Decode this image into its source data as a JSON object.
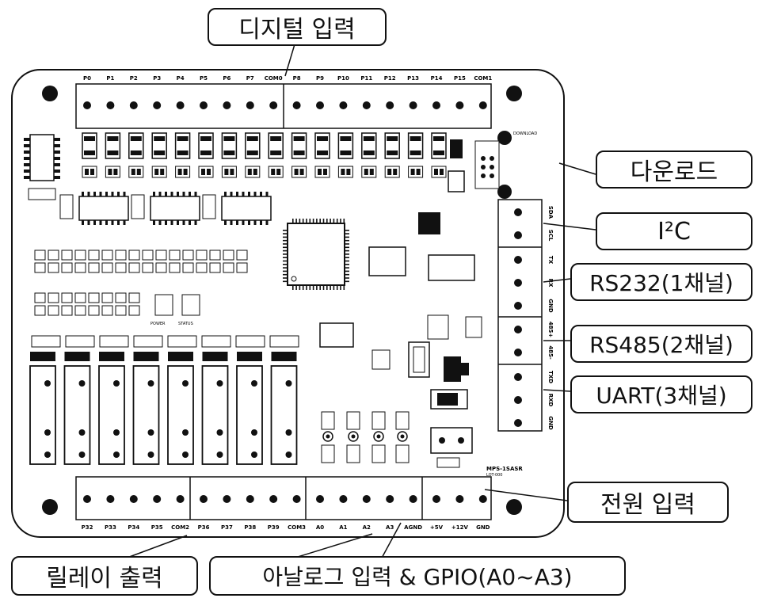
{
  "callouts": {
    "digital_input": "디지털 입력",
    "download": "다운로드",
    "i2c": "I²C",
    "rs232": "RS232(1채널)",
    "rs485": "RS485(2채널)",
    "uart": "UART(3채널)",
    "power_input": "전원 입력",
    "relay_output": "릴레이 출력",
    "analog_input": "아날로그 입력 & GPIO(A0~A3)"
  },
  "board": {
    "top_pins": [
      "P0",
      "P1",
      "P2",
      "P3",
      "P4",
      "P5",
      "P6",
      "P7",
      "COM0",
      "P8",
      "P9",
      "P10",
      "P11",
      "P12",
      "P13",
      "P14",
      "P15",
      "COM1"
    ],
    "bottom_pins": [
      "P32",
      "P33",
      "P34",
      "P35",
      "COM2",
      "P36",
      "P37",
      "P38",
      "P39",
      "COM3",
      "A0",
      "A1",
      "A2",
      "A3",
      "AGND",
      "+5V",
      "+12V",
      "GND"
    ],
    "right_pins": [
      "SDA",
      "SCL",
      "TX",
      "RX",
      "GND",
      "485+",
      "485-",
      "TXD",
      "RXD",
      "GND"
    ],
    "download_label": "DOWNLOAD",
    "model": "MPS-1SASR",
    "lot": "LOT-000",
    "power_label": "POWER",
    "status_label": "STATUS"
  }
}
